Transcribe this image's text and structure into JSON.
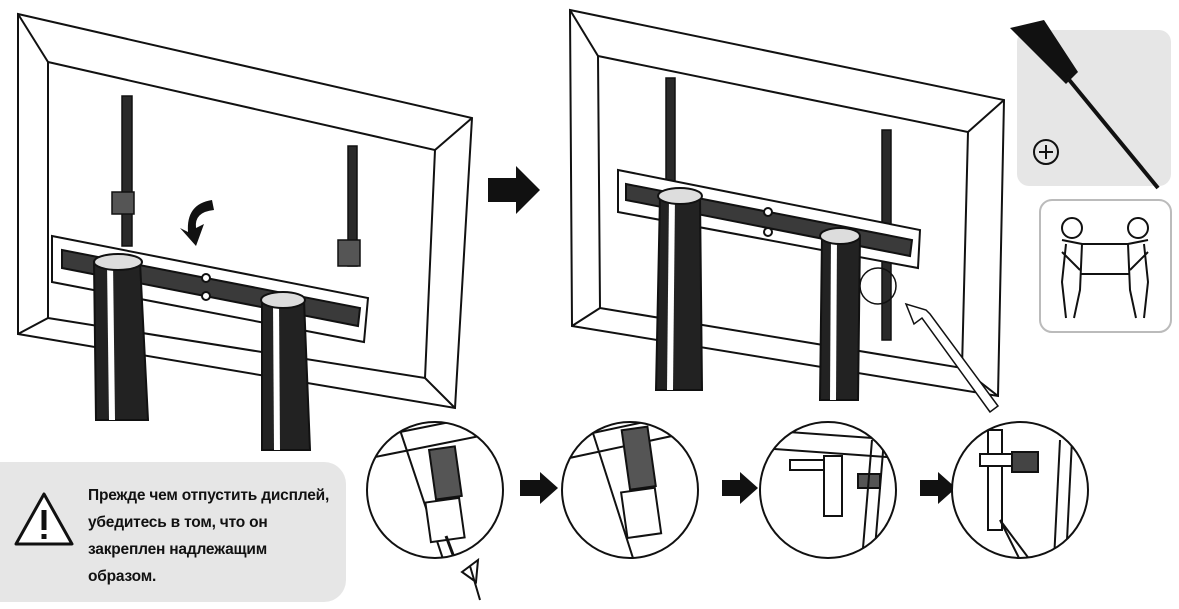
{
  "warning": {
    "text": "Прежде чем отпустить дисплей, убедитесь в том, что он закреплен надлежащим образом."
  },
  "icons": {
    "tool": "phillips-screwdriver-icon",
    "people": "two-person-lift-icon",
    "caution": "warning-triangle-icon"
  },
  "steps": [
    "hang-on-wall",
    "slide-in",
    "lower",
    "lock",
    "secure"
  ]
}
